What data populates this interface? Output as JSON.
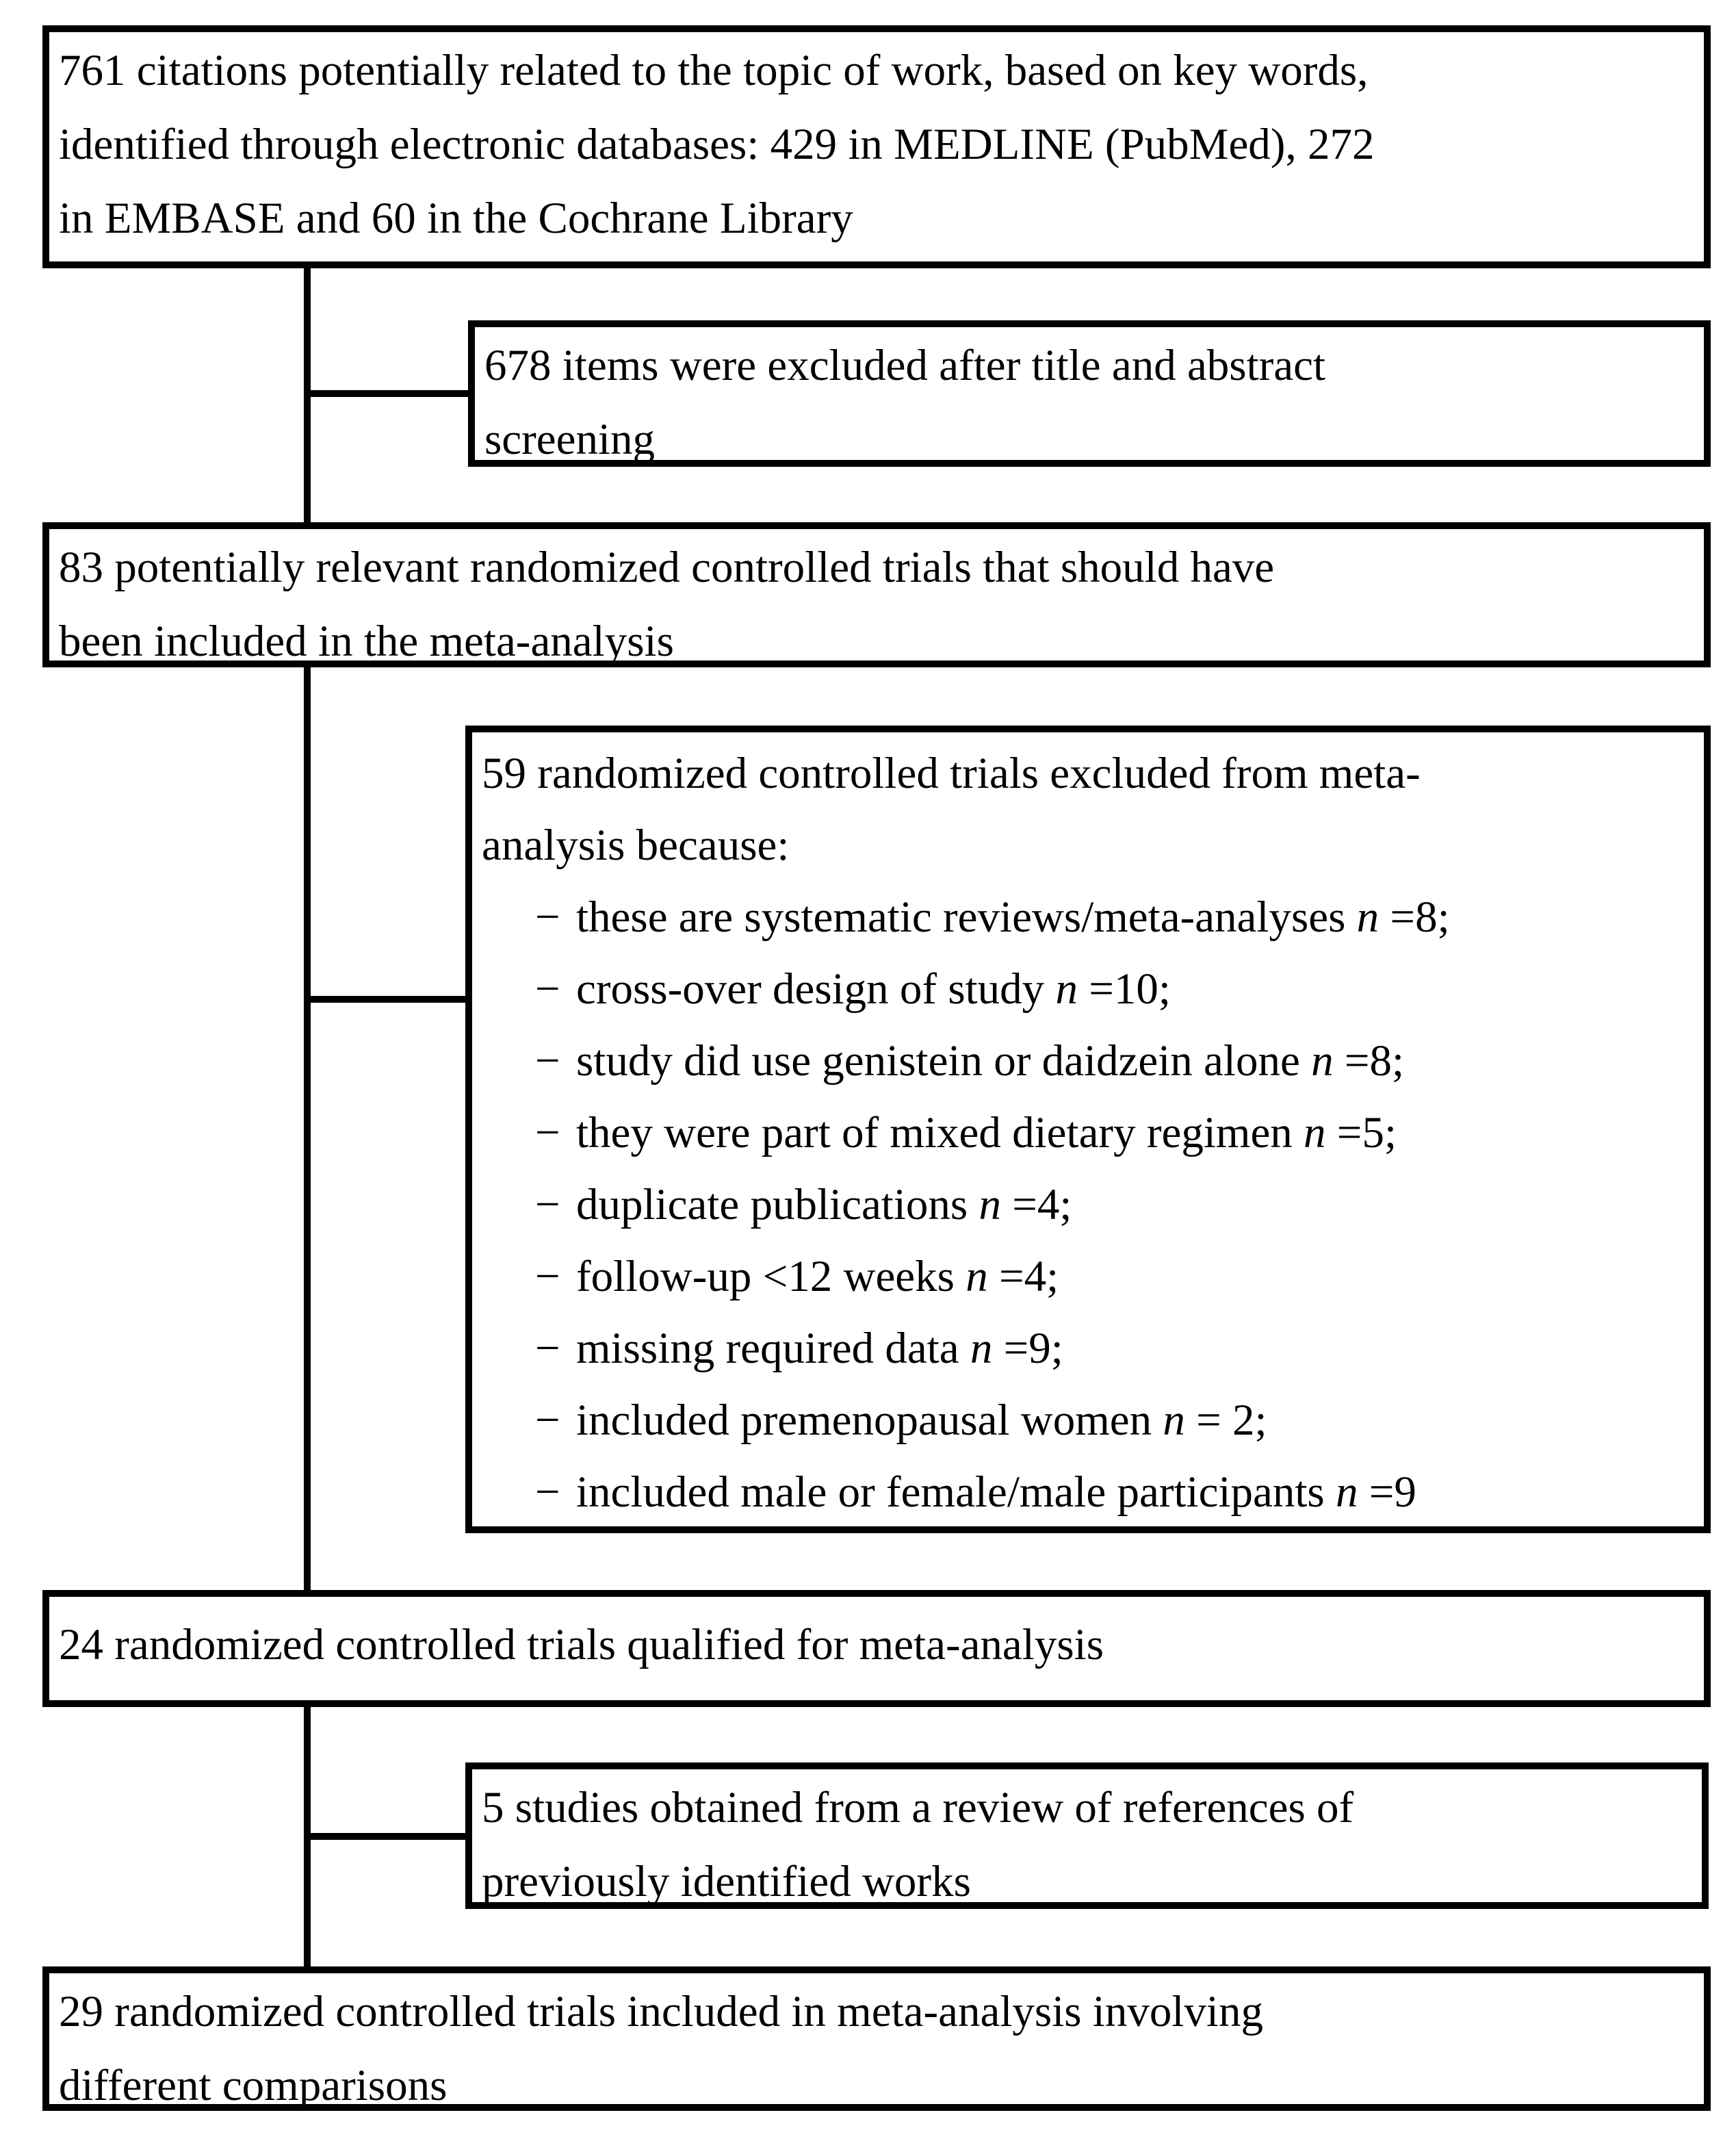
{
  "figure": {
    "type": "study-selection-flow-diagram",
    "colors": {
      "ink": "#000000",
      "background": "#ffffff"
    },
    "boxes": {
      "identified": {
        "lines": [
          "761 citations potentially related to the topic of work, based on key words,",
          "identified through electronic databases: 429 in MEDLINE (PubMed), 272",
          "in EMBASE and 60 in the Cochrane Library"
        ]
      },
      "excluded_screening": {
        "lines": [
          "678 items were excluded after title and abstract",
          "screening"
        ]
      },
      "relevant": {
        "lines": [
          "83 potentially relevant randomized controlled trials that should have",
          "been included in the meta-analysis"
        ]
      },
      "excluded_meta": {
        "intro_lines": [
          "59 randomized controlled trials excluded from meta-",
          "analysis because:"
        ],
        "bullet_marker": "−",
        "bullets": [
          {
            "pre": "these are systematic reviews/meta-analyses ",
            "n": "n",
            "post": " =8;"
          },
          {
            "pre": "cross-over design of study ",
            "n": "n",
            "post": " =10;"
          },
          {
            "pre": "study did use genistein or daidzein alone ",
            "n": "n",
            "post": " =8;"
          },
          {
            "pre": "they were part of mixed dietary regimen ",
            "n": "n",
            "post": " =5;"
          },
          {
            "pre": "duplicate publications ",
            "n": "n",
            "post": " =4;"
          },
          {
            "pre": "follow-up <12 weeks ",
            "n": "n",
            "post": " =4;"
          },
          {
            "pre": "missing required data ",
            "n": "n",
            "post": " =9;"
          },
          {
            "pre": "included premenopausal women ",
            "n": "n",
            "post": " = 2;"
          },
          {
            "pre": "included male or female/male participants ",
            "n": "n",
            "post": " =9"
          }
        ]
      },
      "qualified": {
        "lines": [
          "24 randomized controlled trials qualified for meta-analysis"
        ]
      },
      "references": {
        "lines": [
          "5 studies obtained from a review of references of",
          "previously identified works"
        ]
      },
      "included": {
        "lines": [
          "29 randomized controlled trials included in meta-analysis involving",
          "different comparisons"
        ]
      }
    }
  }
}
